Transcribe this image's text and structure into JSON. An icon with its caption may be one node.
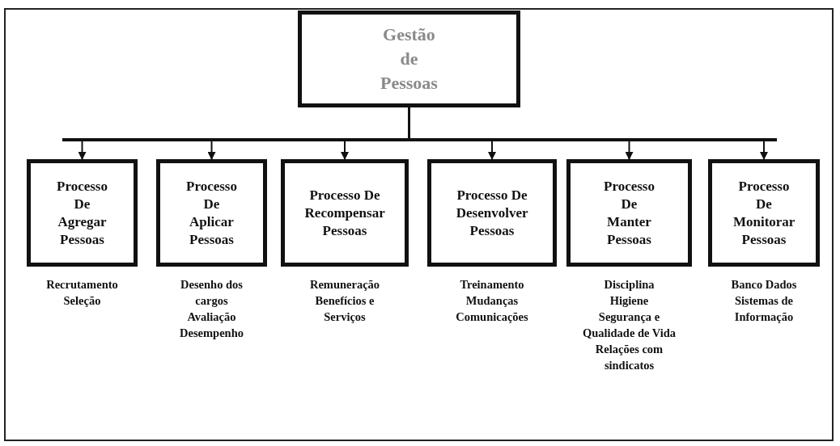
{
  "diagram": {
    "nodes": [
      {
        "text": [
          "Gestão de Pessoas"
        ]
      },
      {
        "text": [
          "Processo De Agregar Pessoas"
        ],
        "beside": [
          "Recrutamento",
          "Seleção"
        ]
      },
      {
        "text": [
          "Processo De Aplicar Pessoas"
        ],
        "beside": [
          "Desenho dos cargos",
          "Avaliação Desempenho"
        ]
      },
      {
        "text": [
          "Processo De Recompensar Pessoas"
        ],
        "beside": [
          "Remuneração",
          "Benefícios e Serviços"
        ]
      },
      {
        "text": [
          "Processo De Desenvolver Pessoas"
        ],
        "beside": [
          "Treinamento",
          "Mudanças",
          "Comunicações"
        ]
      },
      {
        "text": [
          "Processo De Manter Pessoas"
        ],
        "beside": [
          "Disciplina",
          "Higiene",
          "Segurança e Qualidade de Vida",
          "Relações com sindicatos"
        ]
      },
      {
        "text": [
          "Processo De Monitorar Pessoas"
        ],
        "beside": [
          "Banco Dados",
          "Sistemas de Informação"
        ]
      }
    ],
    "edges": [
      {
        "from": 0,
        "to": 1,
        "arrow": "to"
      },
      {
        "from": 0,
        "to": 2,
        "arrow": "to"
      },
      {
        "from": 0,
        "to": 3,
        "arrow": "to"
      },
      {
        "from": 0,
        "to": 4,
        "arrow": "to"
      },
      {
        "from": 0,
        "to": 5,
        "arrow": "to"
      },
      {
        "from": 0,
        "to": 6,
        "arrow": "to"
      }
    ]
  }
}
